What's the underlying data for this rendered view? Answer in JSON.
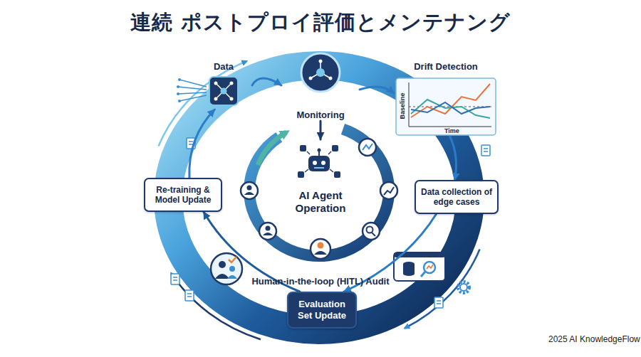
{
  "diagram": {
    "title": "連続 ポストプロイ評価とメンテナング",
    "nodes": [
      {
        "text": [
          "Data"
        ]
      },
      {
        "text": [
          "Monitoring"
        ]
      },
      {
        "text": [
          "Drift Detection"
        ]
      },
      {
        "text": [
          "Re-training & Model Update"
        ]
      },
      {
        "text": [
          "AI Agent Operation"
        ]
      },
      {
        "text": [
          "Data collection of edge cases"
        ]
      },
      {
        "text": [
          "Human-in-the-loop (HITL) Audit"
        ]
      },
      {
        "text": [
          "Evaluation Set Update"
        ]
      }
    ],
    "edges": [
      {
        "from": 0,
        "to": 1,
        "arrow": "to"
      },
      {
        "from": 1,
        "to": 2,
        "arrow": "to"
      },
      {
        "from": 2,
        "to": 5,
        "arrow": "to"
      },
      {
        "from": 5,
        "to": 7,
        "arrow": "to"
      },
      {
        "from": 7,
        "to": 3,
        "arrow": "to"
      },
      {
        "from": 3,
        "to": 0,
        "arrow": "to"
      },
      {
        "from": 1,
        "to": 4,
        "arrow": "to"
      }
    ],
    "labels": [
      "Baseline",
      "Time",
      "2025 AI KnowledgeFlow"
    ]
  }
}
